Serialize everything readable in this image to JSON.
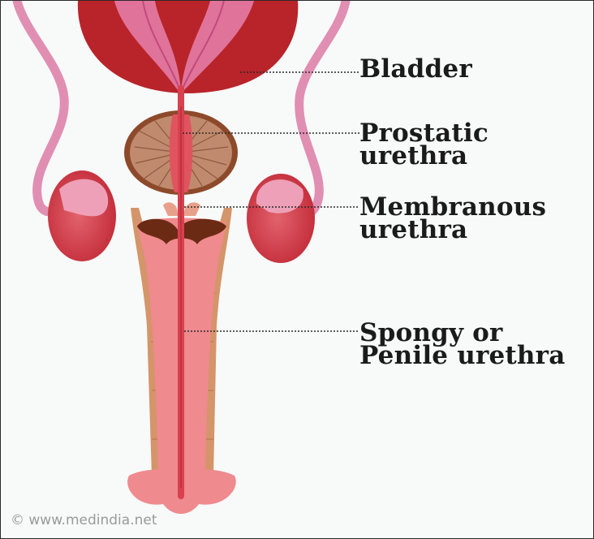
{
  "labels": {
    "bladder": [
      "Bladder"
    ],
    "prostatic": [
      "Prostatic",
      "urethra"
    ],
    "membranous": [
      "Membranous",
      "urethra"
    ],
    "spongy": [
      "Spongy or",
      "Penile urethra"
    ]
  },
  "watermark": "©  www.medindia.net",
  "colors": {
    "bladder": "#b8242a",
    "bladder_lining": "#e0739a",
    "prostate": "#c08a6e",
    "testis": "#d7424e",
    "vas_deferens": "#e08fb3",
    "urethra": "#d8414f",
    "spongy_tissue": "#ef8a8e",
    "tunica": "#d4956a",
    "leader_line": "#2a2a2a"
  }
}
